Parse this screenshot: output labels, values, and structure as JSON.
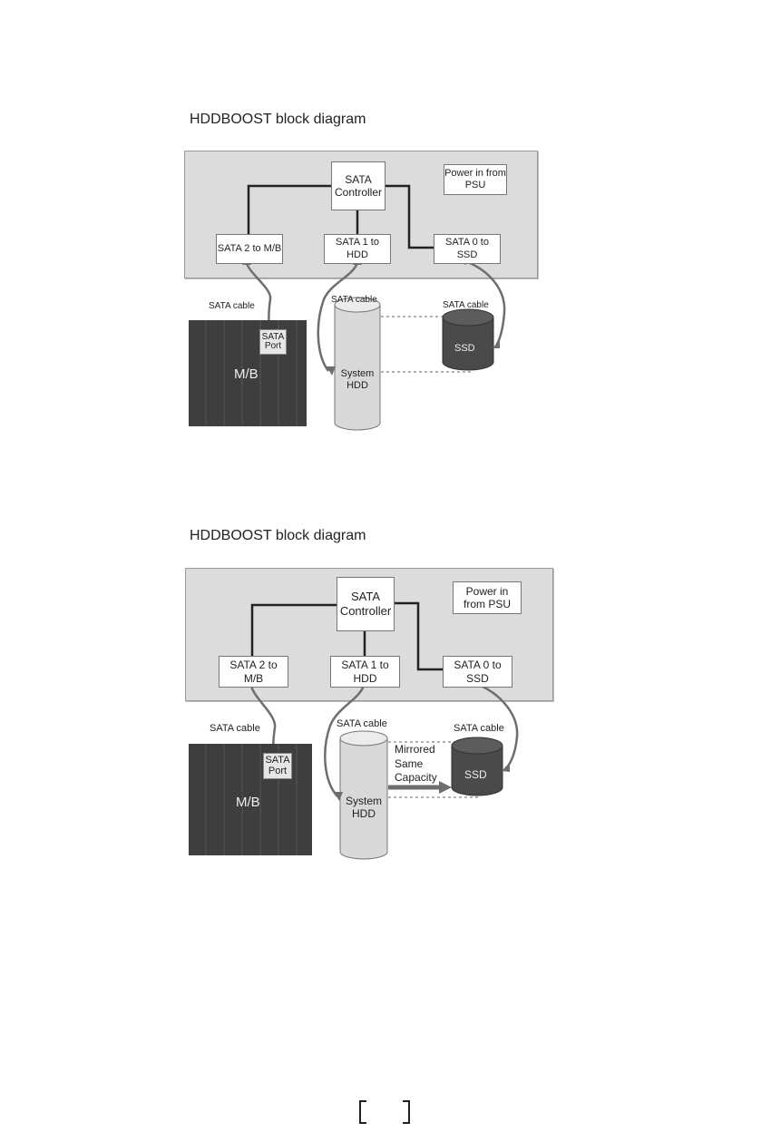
{
  "diagrams": [
    {
      "title": "HDDBOOST block diagram",
      "sata_controller": "SATA Controller",
      "power": "Power in from PSU",
      "sata2": "SATA 2 to M/B",
      "sata1": "SATA 1 to HDD",
      "sata0": "SATA 0 to SSD",
      "cable_left": "SATA cable",
      "cable_mid": "SATA cable",
      "cable_right": "SATA cable",
      "sata_port": "SATA Port",
      "mb": "M/B",
      "hdd": "System HDD",
      "ssd": "SSD"
    },
    {
      "title": "HDDBOOST block diagram",
      "sata_controller": "SATA Controller",
      "power": "Power in from PSU",
      "sata2": "SATA 2 to M/B",
      "sata1": "SATA 1 to HDD",
      "sata0": "SATA 0 to SSD",
      "cable_left": "SATA cable",
      "cable_mid": "SATA cable",
      "cable_right": "SATA cable",
      "sata_port": "SATA Port",
      "mb": "M/B",
      "hdd": "System HDD",
      "ssd": "SSD",
      "mirrored": "Mirrored Same Capacity"
    }
  ],
  "colors": {
    "board": "#dcdcdc",
    "motherboard": "#3e3e3e",
    "ssd": "#4a4a4a",
    "hdd": "#d9d9d9",
    "cable": "#6e6e6e",
    "wire": "#222222"
  },
  "icons": [
    "page-bracket-icon"
  ]
}
